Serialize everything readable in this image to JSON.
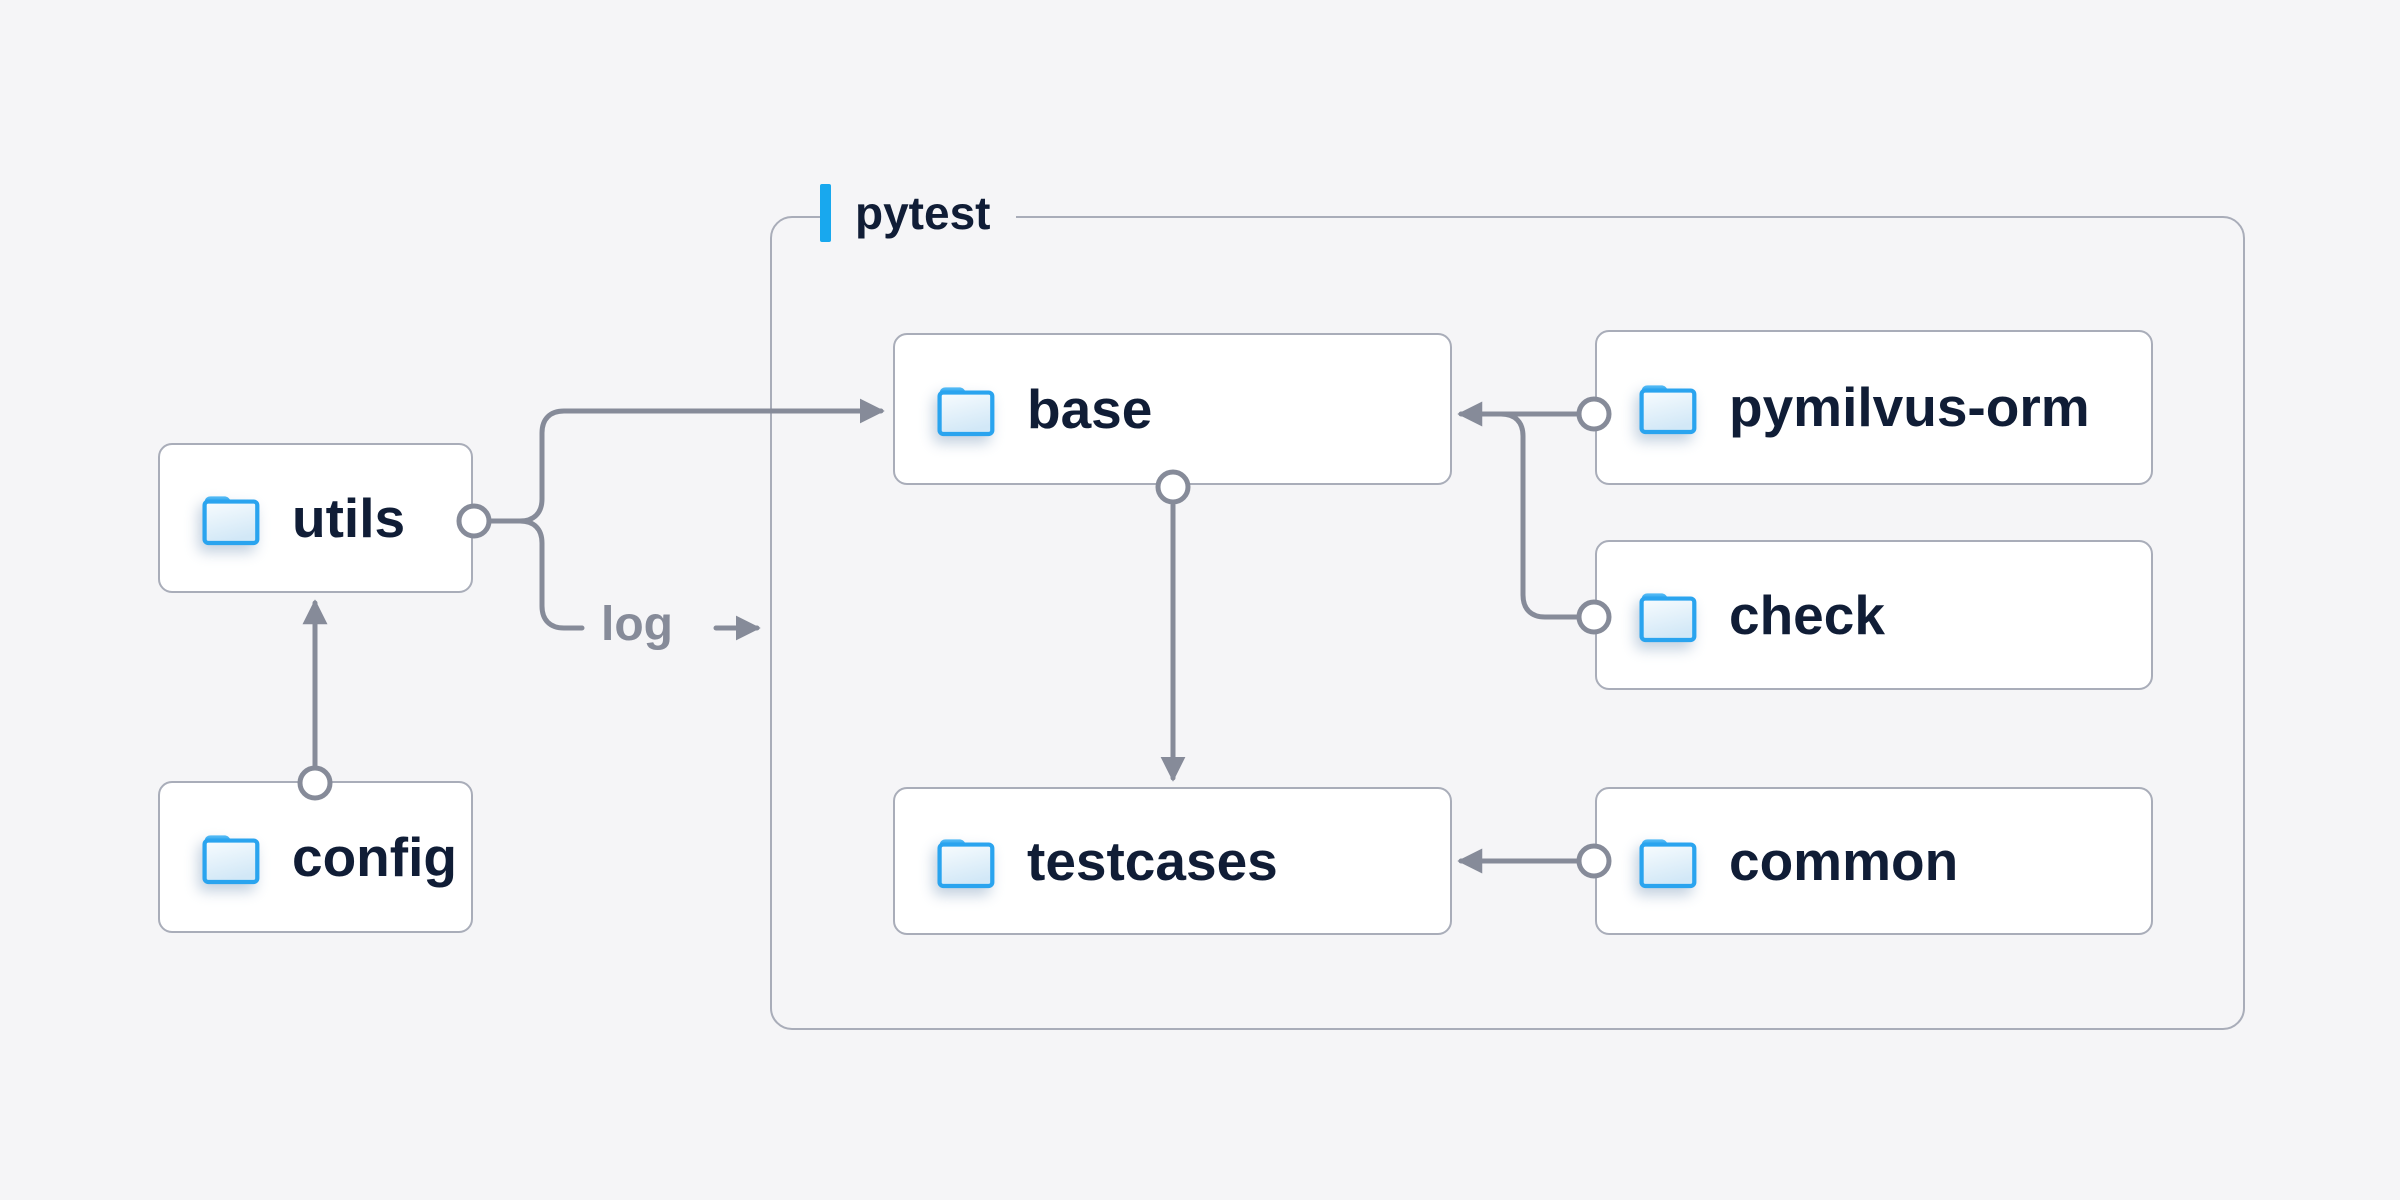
{
  "diagram": {
    "container": {
      "label": "pytest"
    },
    "nodes": {
      "utils": {
        "label": "utils",
        "icon": "folder-icon"
      },
      "config": {
        "label": "config",
        "icon": "folder-icon"
      },
      "base": {
        "label": "base",
        "icon": "folder-icon"
      },
      "pymilvus_orm": {
        "label": "pymilvus-orm",
        "icon": "folder-icon"
      },
      "check": {
        "label": "check",
        "icon": "folder-icon"
      },
      "testcases": {
        "label": "testcases",
        "icon": "folder-icon"
      },
      "common": {
        "label": "common",
        "icon": "folder-icon"
      }
    },
    "edges": [
      {
        "from": "config",
        "to": "utils"
      },
      {
        "from": "utils",
        "to": "base"
      },
      {
        "from": "utils",
        "to": "pytest",
        "label": "log"
      },
      {
        "from": "base",
        "to": "testcases"
      },
      {
        "from": "pymilvus-orm",
        "to": "base"
      },
      {
        "from": "check",
        "to": "base"
      },
      {
        "from": "common",
        "to": "testcases"
      }
    ],
    "edge_label": "log",
    "colors": {
      "background": "#f5f5f7",
      "node_fill": "#ffffff",
      "node_border": "#a9adb9",
      "edge": "#868b99",
      "text": "#101d36",
      "accent_blue": "#18a8ee",
      "folder_blue": "#2aa4ef",
      "muted": "#868b99"
    }
  }
}
